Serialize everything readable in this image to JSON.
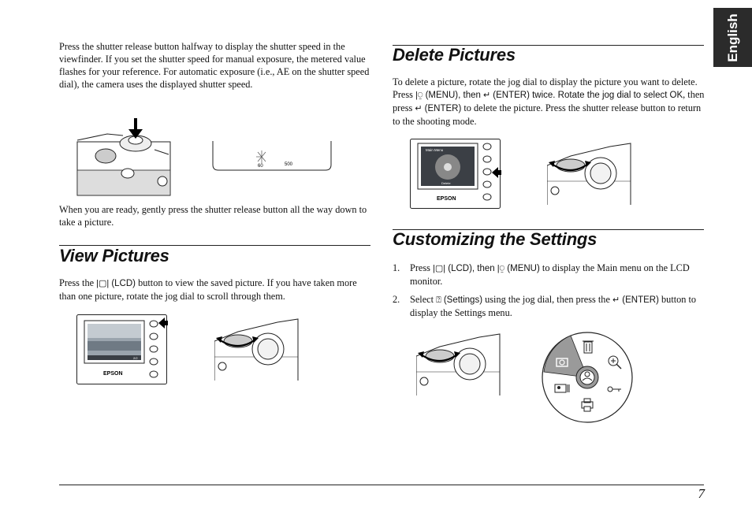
{
  "tab": {
    "label": "English"
  },
  "left": {
    "para1": "Press the shutter release button halfway to display the shutter speed in the viewfinder. If you set the shutter speed for manual exposure, the metered value flashes for your reference. For automatic exposure (i.e., AE on the shutter speed dial), the camera uses the displayed shutter speed.",
    "viewfinder": {
      "value_a": "60",
      "value_b": "500"
    },
    "para2": "When you are ready, gently press the shutter release button all the way down to take a picture.",
    "view": {
      "title": "View Pictures",
      "text_pre": "Press the",
      "lcd_label": "(LCD)",
      "text_post": "button to view the saved picture. If you have taken more than one picture, rotate the jog dial to scroll through them.",
      "brand": "EPSON",
      "screen_count": "2/2"
    }
  },
  "right": {
    "delete": {
      "title": "Delete Pictures",
      "t1": "To delete a picture, rotate the jog dial to display the picture you want to delete. Press",
      "menu_label": "(MENU), then",
      "t2": "(ENTER) twice. Rotate the jog dial to select",
      "ok": "OK",
      "t3": ", then press",
      "enter_label": "(ENTER)",
      "t4": "to delete the picture. Press the shutter release button to return to the shooting mode.",
      "screen_title": "Main Menu",
      "screen_delete": "Delete",
      "brand": "EPSON"
    },
    "custom": {
      "title": "Customizing the Settings",
      "step1": {
        "num": "1.",
        "pre": "Press",
        "lcd": "(LCD), then",
        "menu": "(MENU)",
        "post": "to display the Main menu on the LCD monitor."
      },
      "step2": {
        "num": "2.",
        "pre": "Select",
        "settings": "(Settings)",
        "mid": "using the jog dial, then press the",
        "enter": "(ENTER)",
        "post": "button to display the Settings menu."
      }
    }
  },
  "footer": {
    "page_number": "7"
  }
}
